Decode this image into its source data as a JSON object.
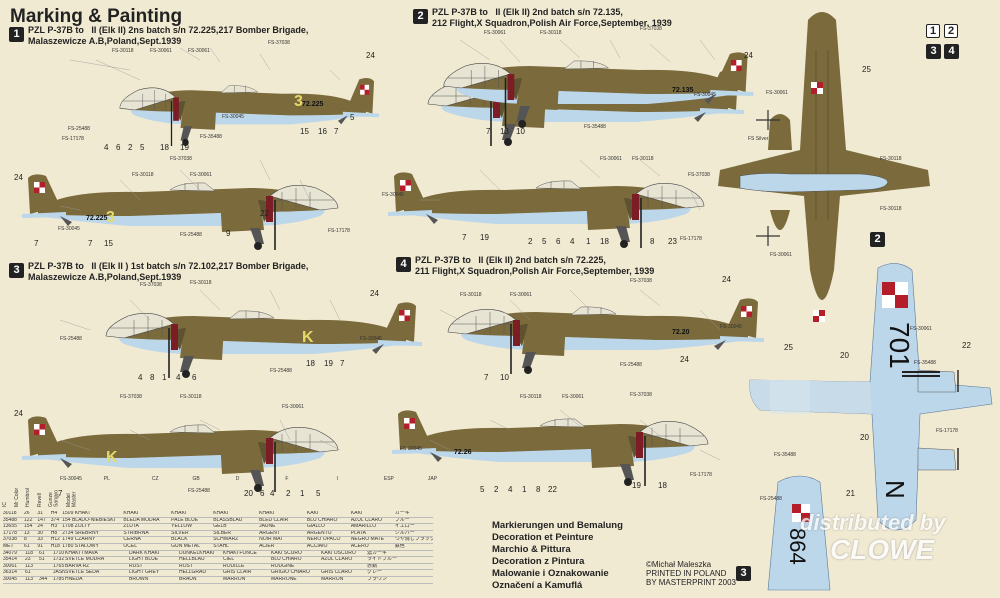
{
  "title": "Marking & Painting",
  "profiles": [
    {
      "n": "1",
      "caption": "PZL P-37B to   II (Elk II) 2ns batch s/n 72.225,217 Bomber Brigade,\nMalaszewicze A.B,Poland,Sept.1939"
    },
    {
      "n": "2",
      "caption": "PZL P-37B to   II (Elk II) 2nd batch s/n 72.135,\n212 Flight,X Squadron,Polish Air Force,September, 1939"
    },
    {
      "n": "3",
      "caption": "PZL P-37B to   II (Elk II ) 1st batch s/n 72.102,217 Bomber Brigade,\nMalaszewicze A.B,Poland,Sept.1939"
    },
    {
      "n": "4",
      "caption": "PZL P-37B to   II (Elk II) 2nd batch s/n 72.225,\n211 Flight,X Squadron,Polish Air Force,September, 1939"
    }
  ],
  "fuselage_codes": {
    "p1": "3",
    "p1_serial": "72.225",
    "p2_serial": "72.135",
    "p3": "3",
    "p3_serial": "72.225",
    "p4": "K",
    "p5": "K",
    "p4_serial": "72.20",
    "p6_serial": "72.26",
    "top_code": "701",
    "top_letter": "N",
    "fin_code": "864"
  },
  "corner_badges": [
    "1",
    "2",
    "3",
    "4"
  ],
  "plan_badges": [
    "2",
    "3"
  ],
  "paint_table": {
    "headers": [
      "IC",
      "Mr Color",
      "Humbrol",
      "Revell",
      "Gunze Sangyo",
      "Model Master",
      "PL",
      "CZ",
      "GB",
      "D",
      "F",
      "I",
      "ESP",
      "JAP"
    ],
    "rows": [
      [
        "30118",
        "26",
        "31",
        "H4",
        "1509 KHAKI",
        "KHAKI",
        "KHAKI",
        "KHAKI",
        "KHAKI",
        "KAKI",
        "KAKI",
        "カーキ"
      ],
      [
        "35488",
        "122",
        "147",
        "374",
        "154 BLADO-NIEBIESKI",
        "BLEDA MODRA",
        "PALE BLUE",
        "BLASSBLAU",
        "BLEU CLAIR",
        "BLU CHIARO",
        "AZUL CLARO",
        "ブルー"
      ],
      [
        "13655",
        "154",
        "24",
        "H3",
        "1708 ZOLTY",
        "ZLUTA",
        "YELLOW",
        "GELB",
        "JAUNE",
        "GIALLO",
        "AMARILLO",
        "イエロー"
      ],
      [
        "17178",
        "13",
        "30",
        "H8",
        "2734 SREBRNY",
        "STRIBRNA",
        "SILVER",
        "SILBER",
        "ARGENT",
        "ARGENTO",
        "PLATA",
        "シルバー"
      ],
      [
        "37038",
        "8",
        "33",
        "H12",
        "1749 CZARNY",
        "CERNA",
        "BLACK",
        "SCHWARZ",
        "NOIR MAT",
        "NERO OPACO",
        "NEGRO MATE",
        "つや消しブラック"
      ],
      [
        "MET",
        "61",
        "91",
        "H18",
        "1780 STALOWY",
        "OCEL",
        "GUN METAL",
        "STAHL",
        "ACIER",
        "ACCIAIO",
        "ACERO",
        "鉄色"
      ],
      [
        "34079",
        "118",
        "61",
        "1710 CIEMNY-KHAKI",
        "KHAKI TMAVA",
        "DARK KHAKI",
        "DUNKELKHAKI",
        "KHAKI FONCE",
        "KAKI SCURO",
        "KAKI OSCURO",
        "濃カーキ"
      ],
      [
        "35414",
        "23",
        "51",
        "1732 J.NIEBIESKI",
        "SVETLE MODRA",
        "LIGHT BLUE",
        "HELLBLAU",
        "CIEL",
        "BLU CHIARO",
        "AZUL CLARO",
        "ライトブルー"
      ],
      [
        "30061",
        "113",
        "",
        "1765 ROZAWY",
        "BARVA RZ",
        "RUST",
        "ROST",
        "ROUILLE",
        "ROUGINE",
        "",
        "赤錆"
      ],
      [
        "36314",
        "61",
        "",
        "JASNO-SZARY",
        "SVETLE SEDA",
        "LIGHT GREY",
        "HELLGRAU",
        "GRIS CLAIR",
        "GRIGIO CHIARO",
        "GRIS CLARO",
        "グレー"
      ],
      [
        "30045",
        "113",
        "344",
        "1785 BR. ZOWY",
        "HNEDA",
        "BROWN",
        "BRAUN",
        "MARRON",
        "MARRONE",
        "MARRON",
        "ブラウン"
      ]
    ]
  },
  "legend_lines": [
    "Markierungen und Bemalung",
    "Decoration et Peinture",
    "Marchio & Pittura",
    "Decoration z Pintura",
    "Malowanie i Oznakowanie",
    "Označení a Kamuflá"
  ],
  "credit_lines": [
    "©Michał Maleszka",
    "PRINTED IN POLAND",
    "BY MASTERPRINT 2003"
  ],
  "watermark": {
    "line1": "distributed by",
    "line2": "CLOWE"
  },
  "colors": {
    "olive": "#7a6a3c",
    "olive_dark": "#5e5230",
    "pale_blue": "#bcd7ea",
    "red": "#b41e2a",
    "maroon": "#7c1c24",
    "bg": "#f1ead2"
  }
}
